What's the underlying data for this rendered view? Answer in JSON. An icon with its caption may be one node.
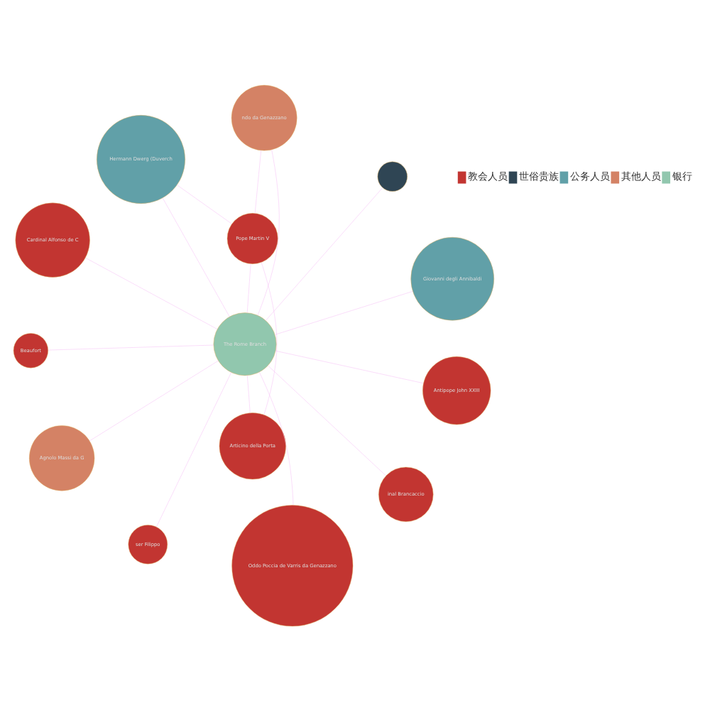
{
  "diagram": {
    "nodes": [
      {
        "text": [
          "Beaufort"
        ]
      },
      {
        "text": [
          "Giovanni degli Annibaldi"
        ]
      },
      {
        "text": [
          "Articino della Porta"
        ]
      },
      {
        "text": [
          "ndo da Genazzano"
        ]
      },
      {
        "text": [
          "Pope Martin V"
        ]
      },
      {
        "text": [
          "Hermann Dwerg (Duverch"
        ]
      },
      {
        "text": [
          "ser Filippo"
        ]
      },
      {
        "text": [
          "The Rome Branch"
        ]
      },
      {
        "text": [
          "Agnolo Massi da G"
        ]
      },
      {
        "text": [
          "inal Brancaccio"
        ]
      },
      {
        "text": [
          "Oddo Poccia de Varris da Genazzano"
        ]
      },
      {
        "text": [
          "Cardinal Alfonso de C"
        ]
      },
      {
        "text": [
          "Antipope John XXIII"
        ]
      },
      {
        "text": [],
        "shape": "circle"
      }
    ],
    "edges": [
      {
        "from": 7,
        "to": 0,
        "arrow": "none"
      },
      {
        "from": 7,
        "to": 1,
        "arrow": "none"
      },
      {
        "from": 7,
        "to": 2,
        "arrow": "none"
      },
      {
        "from": 7,
        "to": 3,
        "arrow": "none"
      },
      {
        "from": 7,
        "to": 4,
        "arrow": "none"
      },
      {
        "from": 7,
        "to": 5,
        "arrow": "none"
      },
      {
        "from": 7,
        "to": 6,
        "arrow": "none"
      },
      {
        "from": 7,
        "to": 8,
        "arrow": "none"
      },
      {
        "from": 7,
        "to": 9,
        "arrow": "none"
      },
      {
        "from": 7,
        "to": 10,
        "arrow": "none"
      },
      {
        "from": 7,
        "to": 11,
        "arrow": "none"
      },
      {
        "from": 7,
        "to": 12,
        "arrow": "none"
      },
      {
        "from": 7,
        "to": 13,
        "arrow": "none"
      },
      {
        "from": 4,
        "to": 2,
        "arrow": "none"
      },
      {
        "from": 4,
        "to": 5,
        "arrow": "none"
      },
      {
        "from": 4,
        "to": 3,
        "arrow": "none"
      }
    ],
    "legend": [
      {
        "text": "教会人员",
        "color": "#c23531"
      },
      {
        "text": "世俗贵族",
        "color": "#2f4554"
      },
      {
        "text": "公务人员",
        "color": "#61a0a8"
      },
      {
        "text": "其他人员",
        "color": "#d48265"
      },
      {
        "text": "银行",
        "color": "#91c7ae"
      }
    ]
  }
}
